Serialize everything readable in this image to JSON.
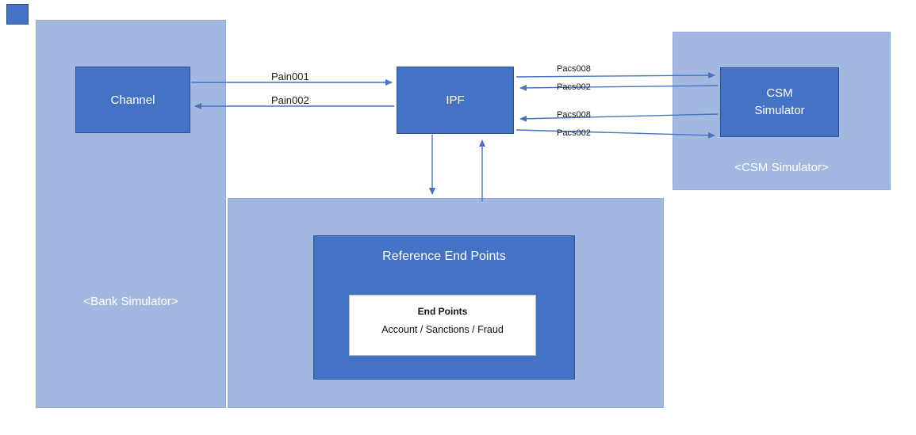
{
  "colors": {
    "container_fill": "#a2b8e1",
    "node_fill": "#4472c4",
    "node_border": "#2f528f",
    "arrow": "#4472c4"
  },
  "shapes": {
    "bank_simulator_label": "<Bank Simulator>",
    "channel_label": "Channel",
    "ipf_label": "IPF",
    "csm_container_label": "<CSM Simulator>",
    "csm_node_label": "CSM Simulator",
    "reference_title": "Reference End Points",
    "endpoints_title": "End Points",
    "endpoints_subtitle": "Account / Sanctions / Fraud"
  },
  "arrow_labels": {
    "pain001": "Pain001",
    "pain002": "Pain002",
    "pacs008_out": "Pacs008",
    "pacs002_in": "Pacs002",
    "pacs008_in": "Pacs008",
    "pacs002_out": "Pacs002"
  }
}
